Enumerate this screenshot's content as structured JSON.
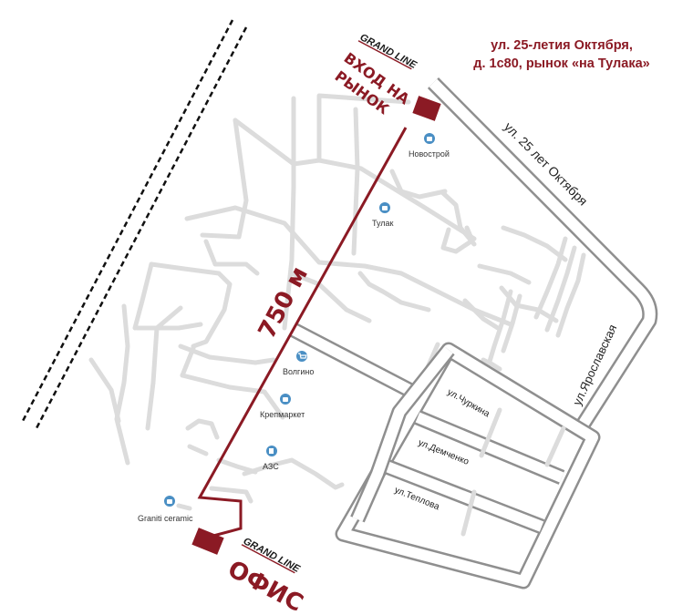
{
  "address": {
    "line1": "ул. 25-летия Октября,",
    "line2": "д. 1с80, рынок «на Тулака»"
  },
  "markers": {
    "market": {
      "brand": "GRAND LINE",
      "line1": "ВХОД НА",
      "line2": "РЫНОК"
    },
    "office": {
      "brand": "GRAND LINE",
      "label": "ОФИС"
    }
  },
  "route": {
    "distance": "750 м"
  },
  "streets": {
    "oktyabrya": "ул. 25 лет Октября",
    "yaroslavskaya": "ул.Ярославская",
    "churkina": "ул.Чуркина",
    "demchenko": "ул.Демченко",
    "teplova": "ул.Теплова"
  },
  "pois": [
    {
      "label": "Новострой",
      "icon": "shopping-bag-icon"
    },
    {
      "label": "Тулак",
      "icon": "shopping-bag-icon"
    },
    {
      "label": "Волгино",
      "icon": "shopping-cart-icon"
    },
    {
      "label": "Крепмаркет",
      "icon": "shopping-bag-icon"
    },
    {
      "label": "АЗС",
      "icon": "fuel-pump-icon"
    },
    {
      "label": "Graniti ceramic",
      "icon": "shopping-bag-icon"
    }
  ],
  "colors": {
    "accent": "#8b1a24",
    "route": "#8b1a24",
    "major_road": "#8f8f8f",
    "minor_road": "#dcdcdc",
    "poi_icon": "#4a8fc4"
  }
}
